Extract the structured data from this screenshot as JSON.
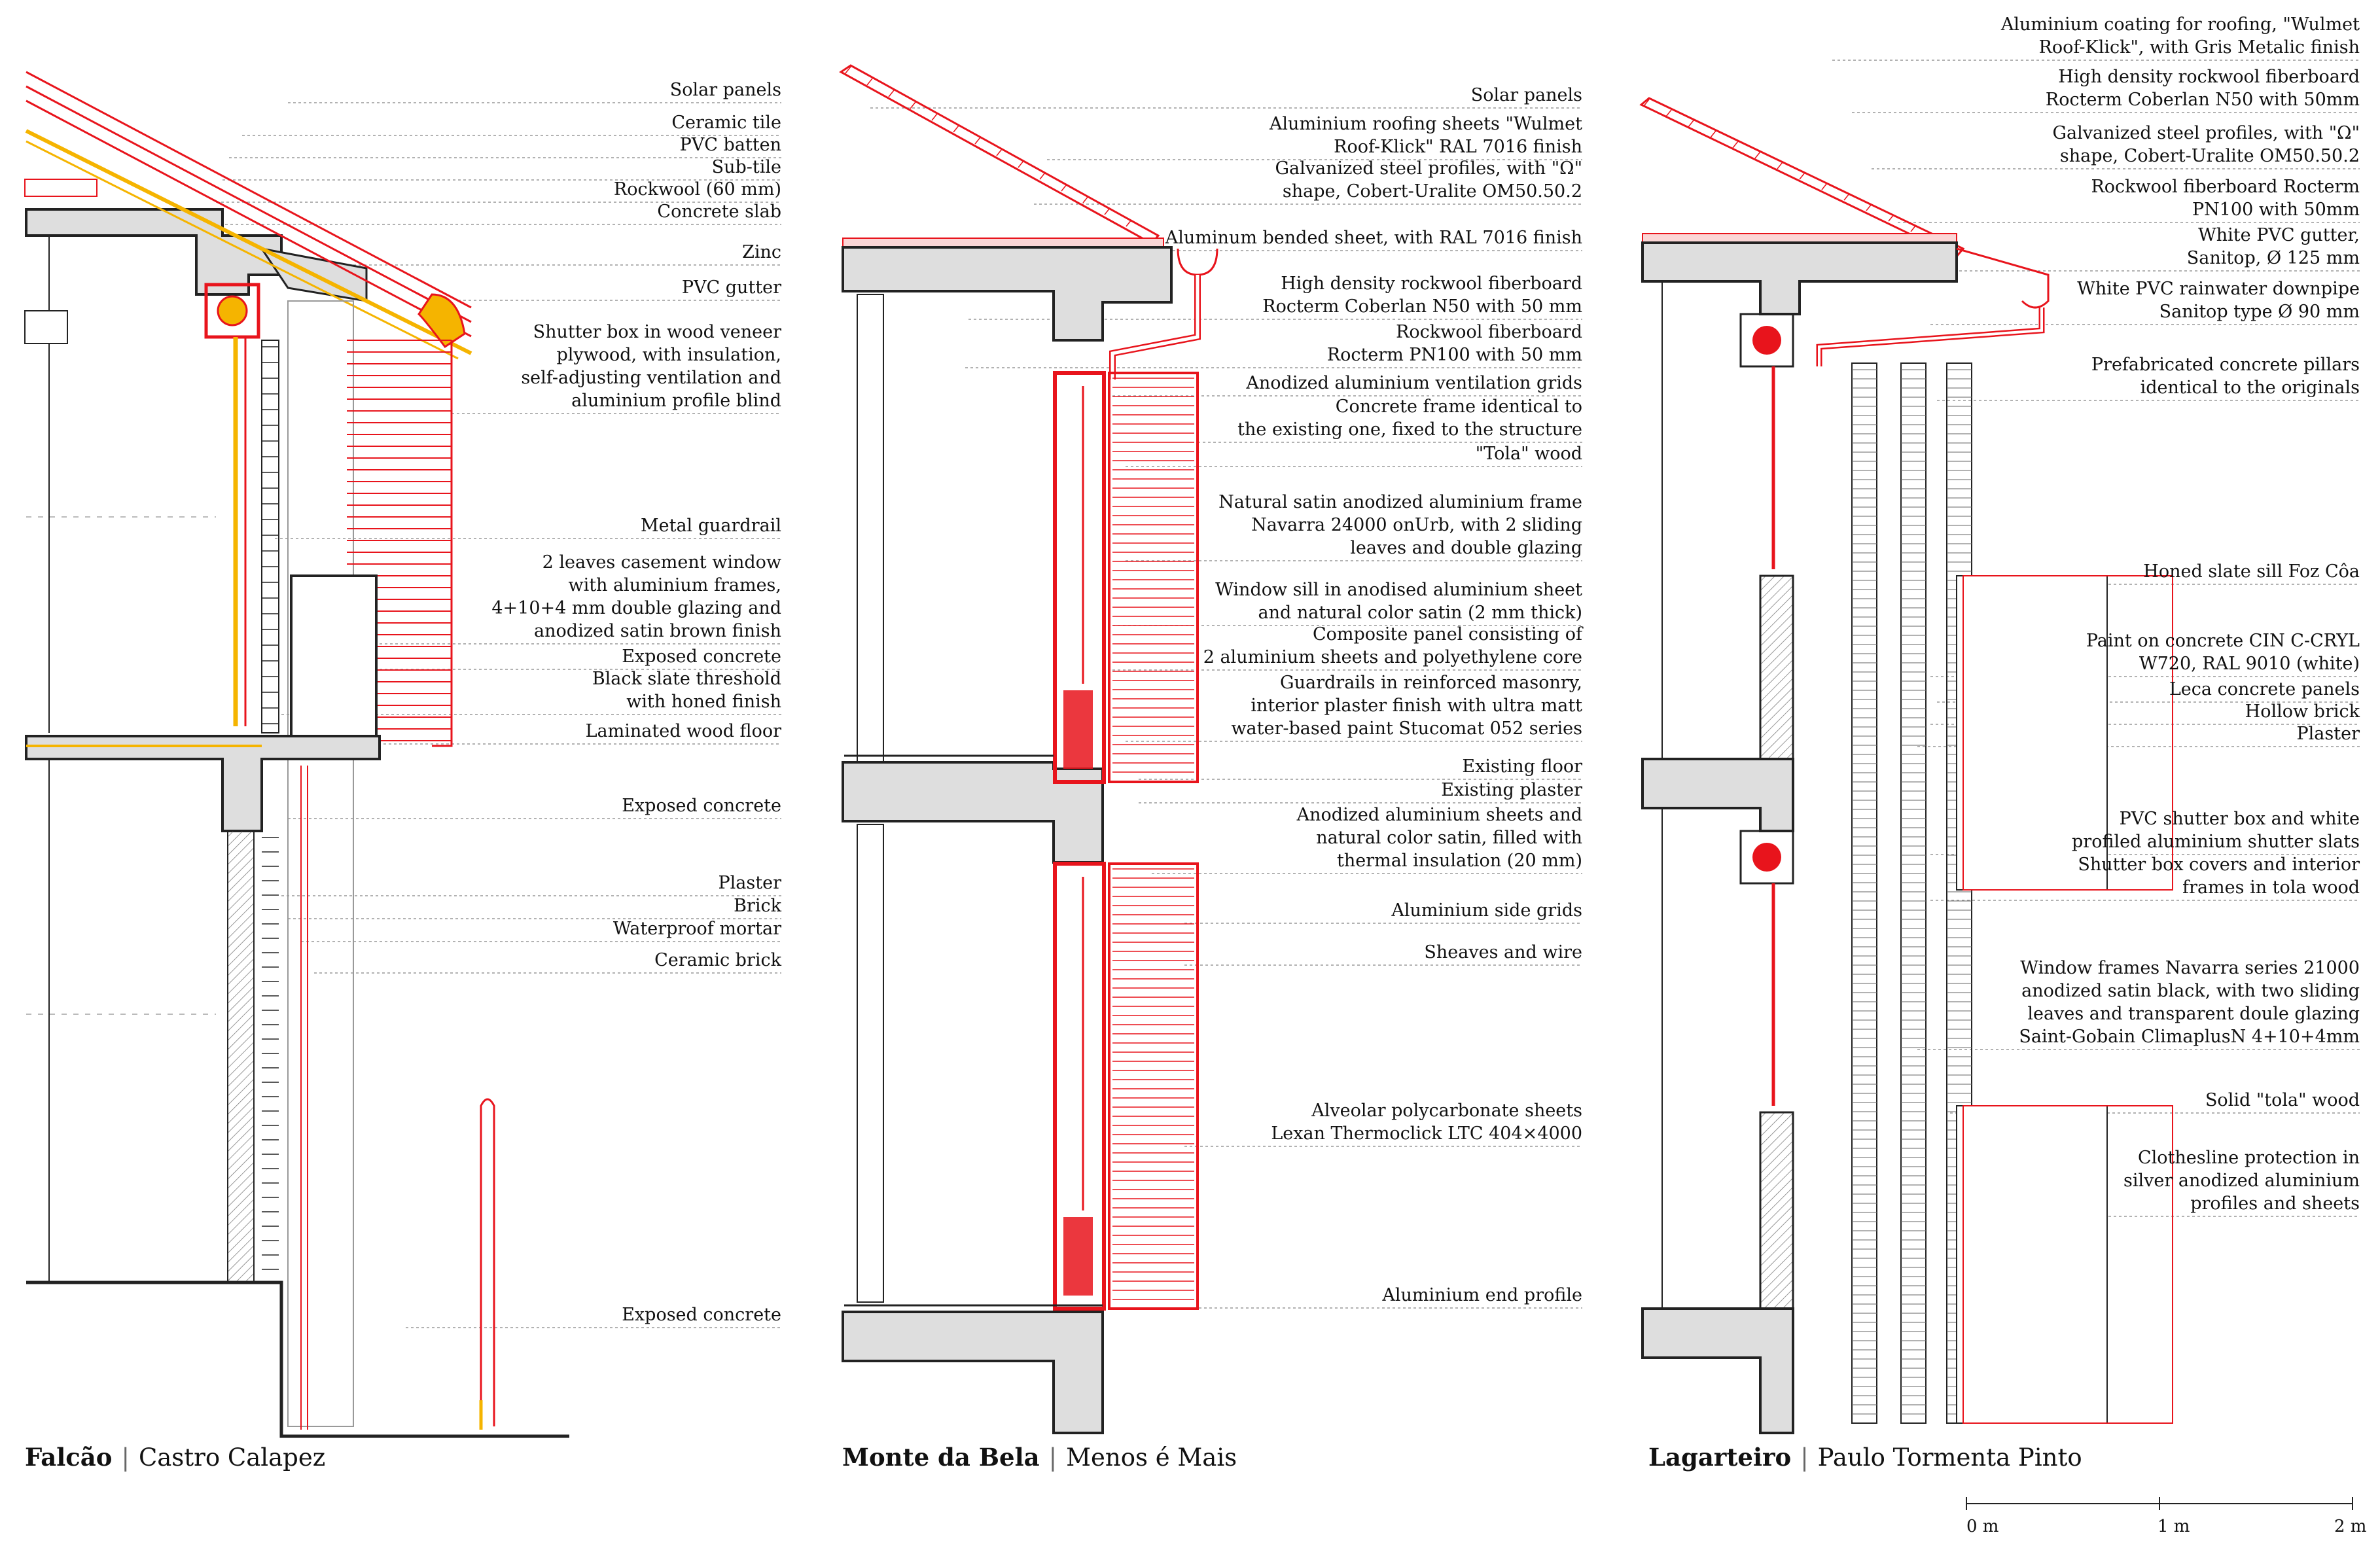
{
  "colors": {
    "red": "#e8141c",
    "yellow": "#f5b400",
    "concrete": "#dedede",
    "line": "#222222",
    "leader": "#999999"
  },
  "panels": [
    {
      "id": "falcao",
      "title": "Falcão",
      "author": "Castro Calapez",
      "labels": [
        [
          "Solar panels"
        ],
        [
          "Ceramic tile"
        ],
        [
          "PVC batten"
        ],
        [
          "Sub-tile"
        ],
        [
          "Rockwool (60 mm)"
        ],
        [
          "Concrete slab"
        ],
        [
          "Zinc"
        ],
        [
          "PVC gutter"
        ],
        [
          "Shutter box in wood veneer",
          "plywood, with insulation,",
          "self-adjusting ventilation and",
          "aluminium profile blind"
        ],
        [
          "Metal guardrail"
        ],
        [
          "2 leaves casement window",
          "with aluminium frames,",
          "4+10+4 mm double glazing and",
          "anodized satin brown finish"
        ],
        [
          "Exposed concrete"
        ],
        [
          "Black slate threshold",
          "with honed finish"
        ],
        [
          "Laminated wood floor"
        ],
        [
          "Exposed concrete"
        ],
        [
          "Plaster"
        ],
        [
          "Brick"
        ],
        [
          "Waterproof mortar"
        ],
        [
          "Ceramic brick"
        ],
        [
          "Exposed concrete"
        ]
      ]
    },
    {
      "id": "monte",
      "title": "Monte da Bela",
      "author": "Menos é Mais",
      "labels": [
        [
          "Solar panels"
        ],
        [
          "Aluminium roofing sheets \"Wulmet",
          "Roof-Klick\" RAL 7016 finish"
        ],
        [
          "Galvanized steel profiles, with \"Ω\"",
          "shape, Cobert-Uralite OM50.50.2"
        ],
        [
          "Aluminum bended sheet, with RAL 7016 finish"
        ],
        [
          "High density rockwool fiberboard",
          "Rocterm Coberlan N50 with 50 mm"
        ],
        [
          "Rockwool fiberboard",
          "Rocterm PN100 with 50 mm"
        ],
        [
          "Anodized aluminium ventilation grids"
        ],
        [
          "Concrete frame identical to",
          "the existing one, fixed to the structure"
        ],
        [
          "\"Tola\" wood"
        ],
        [
          "Natural satin anodized aluminium frame",
          "Navarra 24000 onUrb, with 2 sliding",
          "leaves and double glazing"
        ],
        [
          "Window sill in anodised aluminium sheet",
          "and natural color satin (2 mm thick)"
        ],
        [
          "Composite panel consisting of",
          "2 aluminium sheets and polyethylene core"
        ],
        [
          "Guardrails in reinforced masonry,",
          "interior plaster finish with ultra matt",
          "water-based paint Stucomat 052 series"
        ],
        [
          "Existing floor"
        ],
        [
          "Existing plaster"
        ],
        [
          "Anodized aluminium sheets and",
          "natural color satin, filled with",
          "thermal insulation (20 mm)"
        ],
        [
          "Aluminium side grids"
        ],
        [
          "Sheaves and wire"
        ],
        [
          "Alveolar polycarbonate sheets",
          "Lexan Thermoclick LTC 404×4000"
        ],
        [
          "Aluminium end profile"
        ]
      ]
    },
    {
      "id": "lagarteiro",
      "title": "Lagarteiro",
      "author": "Paulo Tormenta Pinto",
      "labels": [
        [
          "Aluminium coating for roofing, \"Wulmet",
          "Roof-Klick\", with Gris Metalic finish"
        ],
        [
          "High density rockwool fiberboard",
          "Rocterm Coberlan N50 with 50mm"
        ],
        [
          "Galvanized steel profiles, with \"Ω\"",
          "shape, Cobert-Uralite OM50.50.2"
        ],
        [
          "Rockwool fiberboard Rocterm",
          "PN100 with 50mm"
        ],
        [
          "White PVC gutter,",
          "Sanitop, Ø 125 mm"
        ],
        [
          "White PVC rainwater downpipe",
          "Sanitop type Ø 90 mm"
        ],
        [
          "Prefabricated concrete pillars",
          "identical to the originals"
        ],
        [
          "Honed slate sill Foz Côa"
        ],
        [
          "Paint on concrete CIN C-CRYL",
          "W720, RAL 9010 (white)"
        ],
        [
          "Leca concrete panels"
        ],
        [
          "Hollow brick"
        ],
        [
          "Plaster"
        ],
        [
          "PVC shutter box and white",
          "profiled aluminium shutter slats"
        ],
        [
          "Shutter box covers and interior",
          "frames in tola wood"
        ],
        [
          "Window frames Navarra series 21000",
          "anodized satin black, with two sliding",
          "leaves and transparent doule glazing",
          "Saint-Gobain ClimaplusN 4+10+4mm"
        ],
        [
          "Solid \"tola\" wood"
        ],
        [
          "Clothesline protection in",
          "silver anodized aluminium",
          "profiles and sheets"
        ]
      ]
    }
  ],
  "scale": {
    "ticks": [
      "0 m",
      "1 m",
      "2 m"
    ]
  }
}
